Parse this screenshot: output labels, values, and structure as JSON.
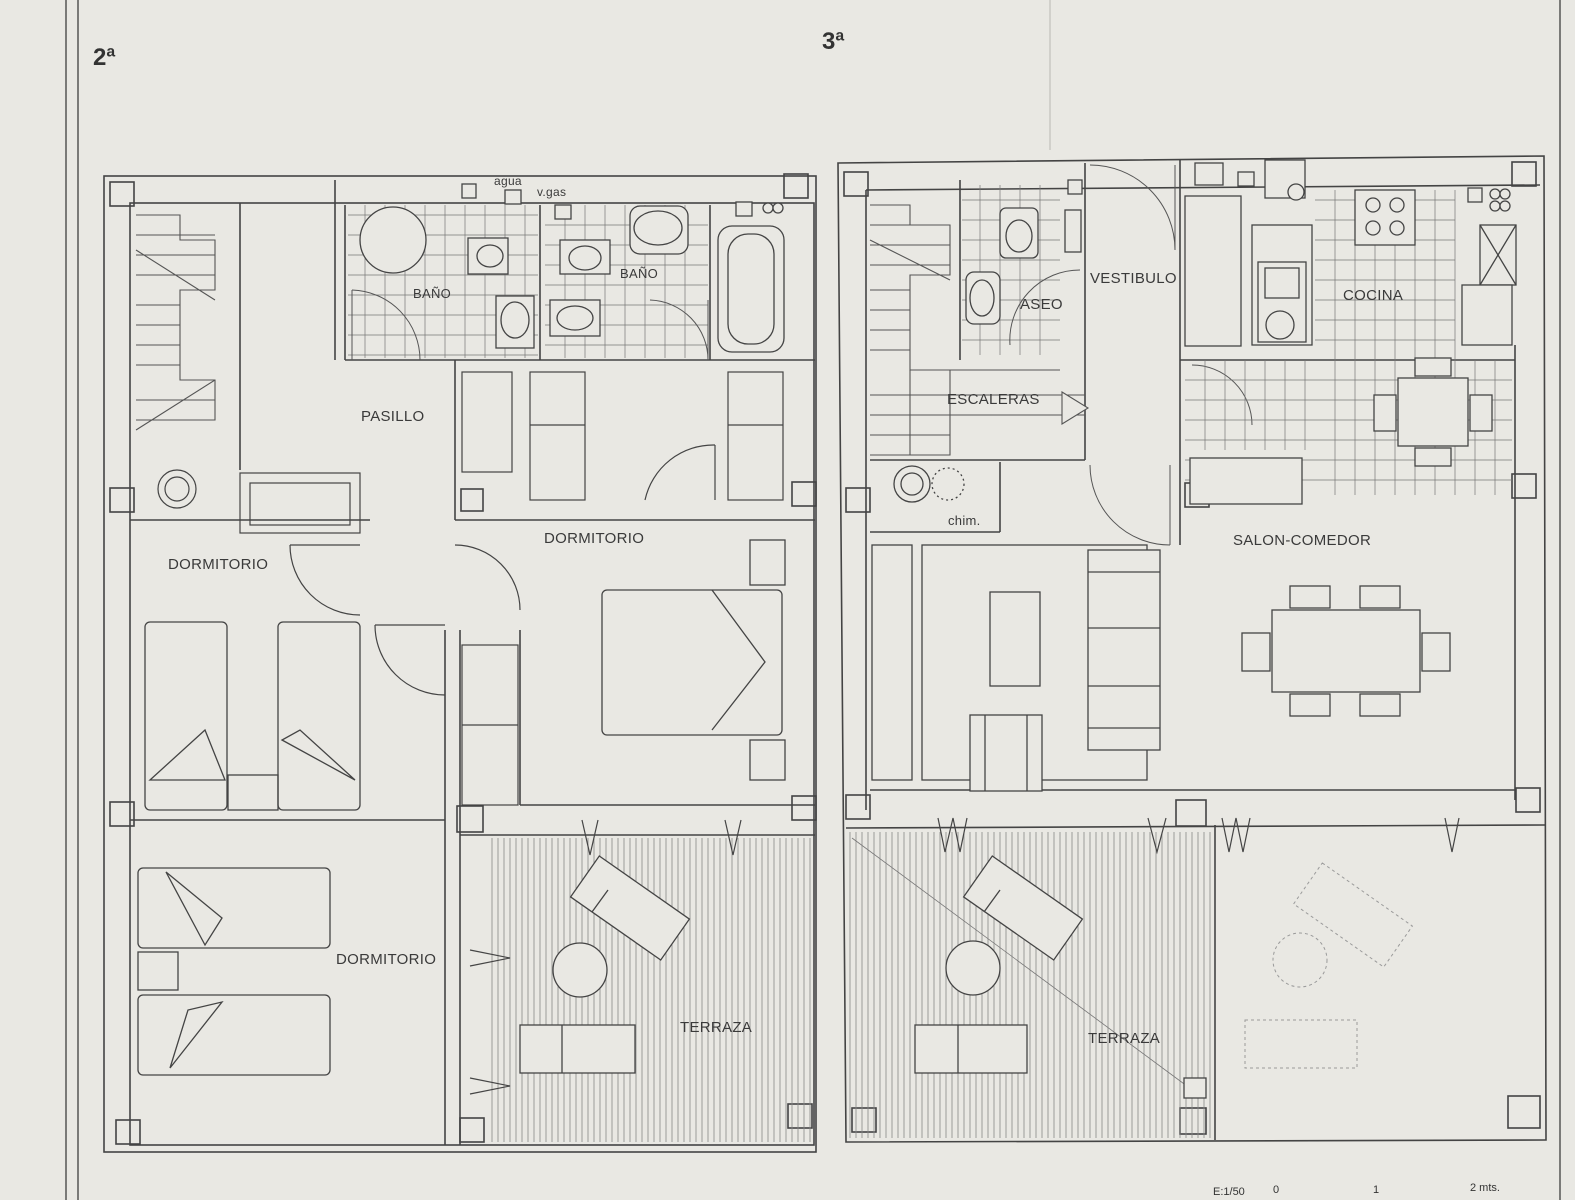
{
  "floors": [
    {
      "mark": "2ª",
      "rooms": {
        "bano_left": "BAÑO",
        "bano_right": "BAÑO",
        "pasillo": "PASILLO",
        "dormitorio_left": "DORMITORIO",
        "dormitorio_center": "DORMITORIO",
        "dormitorio_bottom": "DORMITORIO",
        "terraza": "TERRAZA"
      },
      "fixtures": {
        "agua": "agua",
        "vgas": "v.gas"
      }
    },
    {
      "mark": "3ª",
      "rooms": {
        "vestibulo": "VESTIBULO",
        "aseo": "ASEO",
        "cocina": "COCINA",
        "escaleras": "ESCALERAS",
        "chim": "chim.",
        "salon": "SALON-COMEDOR",
        "terraza": "TERRAZA"
      }
    }
  ],
  "scale": {
    "prefix": "E:1/50",
    "ticks": [
      "0",
      "1",
      "2 mts."
    ]
  },
  "colors": {
    "paper": "#e9e8e3",
    "ink": "#3a3a3a",
    "hatch": "#8a8a8a"
  }
}
